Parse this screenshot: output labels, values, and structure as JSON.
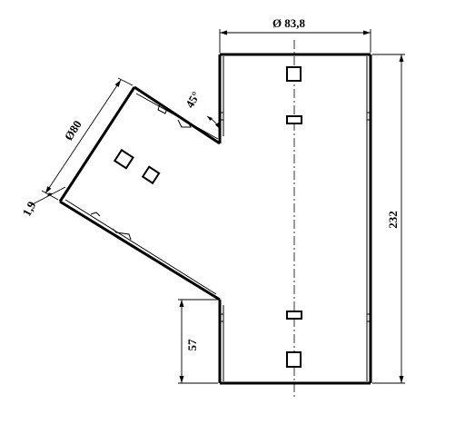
{
  "dimensions": {
    "main_diameter": "Ø 83,8",
    "branch_diameter": "Ø80",
    "wall_offset": "1,9",
    "angle": "45°",
    "height": "232",
    "bottom_offset": "57"
  }
}
